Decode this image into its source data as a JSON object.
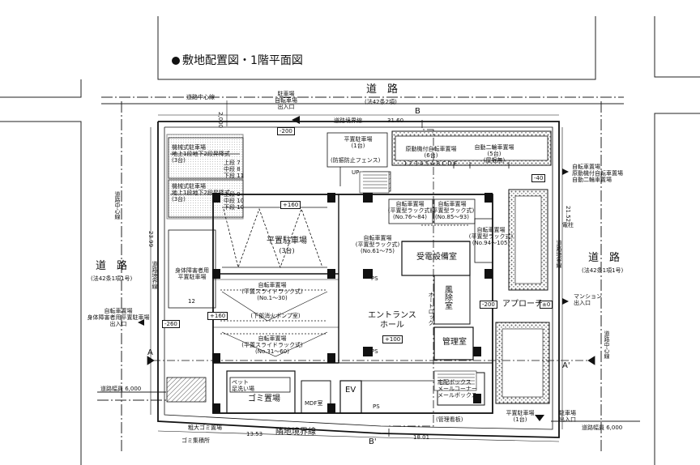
{
  "title": "敷地配置図・1階平面図",
  "roads": {
    "north_road": "道　路",
    "north_road_law": "(法42条2項)",
    "west_road": "道　路",
    "west_road_law": "(法42条1項1号)",
    "east_road": "道　路",
    "east_road_law": "(法42条1項1号)",
    "road_centerline_north": "道路中心線",
    "road_centerline_west": "道路中心線",
    "road_centerline_east": "道路中心線",
    "road_boundary_north": "道路境界線",
    "road_boundary_west": "道路境界線",
    "road_boundary_east": "道路境界線",
    "site_boundary_south": "隣地境界線",
    "road_width_sw": "道路幅員 6,000",
    "road_width_se": "道路幅員 6,000"
  },
  "dimensions": {
    "north_setback": "2,000",
    "north_length": "31.60",
    "west_length": "23.99",
    "east_length": "21.52",
    "south_length_a": "13.53",
    "south_length_b": "18.01"
  },
  "levels": {
    "lv_m200_north": "-200",
    "lv_m40": "-40",
    "lv_p160_top": "+160",
    "lv_p160_left": "+160",
    "lv_m260": "-260",
    "lv_m200_east": "-200",
    "lv_pm0": "±0",
    "lv_p100": "+100"
  },
  "section_marks": {
    "b_top": "B",
    "b_bottom": "B'",
    "a_left": "A",
    "a_right": "A'"
  },
  "entries": {
    "north_parking": [
      "駐車場",
      "自転車場",
      "出入口"
    ],
    "east_bikes": [
      "自転車置場",
      "原動機付自転車置場",
      "自動二輪車置場"
    ],
    "east_mansion": [
      "マンション",
      "出入口"
    ],
    "west_bikes": [
      "自転車置場",
      "身体障害者用平置駐車場",
      "出入口"
    ],
    "southeast_parking": [
      "駐車場",
      "出入口"
    ]
  },
  "rooms": {
    "mech_parking_title": [
      "機械式駐車場",
      "地上1段地下2段昇降式",
      "(3台)"
    ],
    "mech_parking_title2": [
      "機械式駐車場",
      "地上1段地下2段昇降式",
      "(3台)"
    ],
    "mech_levels": [
      "上段 7",
      "中段 8",
      "下段 11"
    ],
    "mech_levels2": [
      "上段 9",
      "中段 10",
      "下段 10"
    ],
    "flat_parking_north": [
      "平置駐車場",
      "(1台)"
    ],
    "fence_note": "(防振防止フェンス)",
    "moped_area": [
      "原動機付自転車置場",
      "(6台)"
    ],
    "moto_area": [
      "自動二輪車置場",
      "(5台)",
      "(屋根無)"
    ],
    "moto_spots": "1 2 3 4 5 A B C D E",
    "up": "UP",
    "bike1": [
      "自転車置場",
      "(平置型ラック式)",
      "(No.76〜84)"
    ],
    "bike2": [
      "自転車置場",
      "(平置型ラック式)",
      "(No.85〜93)"
    ],
    "bike3": [
      "自転車置場",
      "(平置型ラック式)",
      "(No.94〜105)"
    ],
    "bike4": [
      "自転車置場",
      "(平置型ラック式)",
      "(No.61〜75)"
    ],
    "flat_parking_mid": [
      "平置駐車場",
      "(3台)"
    ],
    "accessible_parking": [
      "身体障害者用",
      "平置駐車場"
    ],
    "accessible_no": "12",
    "bike_rack_1": [
      "自転車置場",
      "(平置スライドラック式)",
      "(No.1〜30)"
    ],
    "fire_pump": "(下部消火ポンプ室)",
    "bike_rack_2": [
      "自転車置場",
      "(平置スライドラック式)",
      "(No.31〜60)"
    ],
    "elec_room": "受電設備室",
    "wind_room": "風除室",
    "auto_lock": "オートロック",
    "entrance_hall": [
      "エントランス",
      "ホール"
    ],
    "manager_room": "管理室",
    "approach": "アプローチ",
    "mailbox": [
      "宅配ボックス",
      "メールコーナー",
      "メールボックス"
    ],
    "pet_wash": [
      "ペット",
      "足洗い場"
    ],
    "garbage": "ゴミ置場",
    "mdf": "MDF室",
    "ev": "EV",
    "ps": "PS",
    "ps2": "PS",
    "ps3": "PS",
    "bulky_garbage": "粗大ゴミ置場",
    "garbage_collect": "ゴミ集積所",
    "flat_parking_se": [
      "平置駐車場",
      "(1台)"
    ],
    "signage": "(管理看板)",
    "utility_pole": "電柱"
  },
  "colors": {
    "ink": "#111111",
    "paper": "#ffffff",
    "hatch": "#555555",
    "greenery": "#6b6b6b"
  }
}
